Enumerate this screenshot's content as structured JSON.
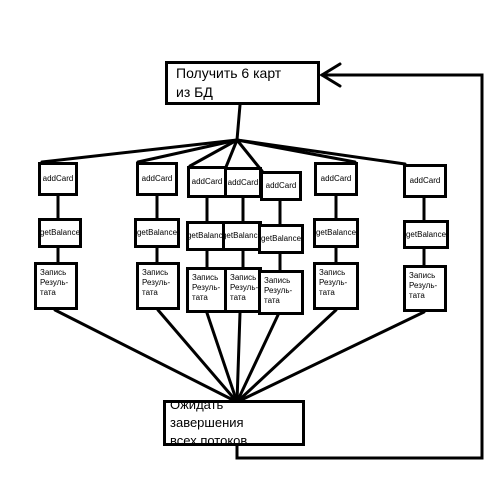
{
  "diagram": {
    "fetch_node": {
      "line1": "Получить 6 карт",
      "line2": "из БД"
    },
    "wait_node": {
      "line1": "Ожидать завершения",
      "line2": "всех потоков"
    },
    "threads": [
      {
        "add_label": "addCard",
        "balance_label": "getBalance",
        "record_line1": "Запись",
        "record_line2": "Резуль-",
        "record_line3": "тата"
      },
      {
        "add_label": "addCard",
        "balance_label": "getBalance",
        "record_line1": "Запись",
        "record_line2": "Резуль-",
        "record_line3": "тата"
      },
      {
        "add_label": "addCard",
        "balance_label": "getBalance",
        "record_line1": "Запись",
        "record_line2": "Резуль-",
        "record_line3": "тата"
      },
      {
        "add_label": "addCard",
        "balance_label": "getBalance",
        "record_line1": "Запись",
        "record_line2": "Резуль-",
        "record_line3": "тата"
      },
      {
        "add_label": "addCard",
        "balance_label": "getBalance",
        "record_line1": "Запись",
        "record_line2": "Резуль-",
        "record_line3": "тата"
      },
      {
        "add_label": "addCard",
        "balance_label": "getBalance",
        "record_line1": "Запись",
        "record_line2": "Резуль-",
        "record_line3": "тата"
      },
      {
        "add_label": "addCard",
        "balance_label": "getBalance",
        "record_line1": "Запись",
        "record_line2": "Резуль-",
        "record_line3": "тата"
      }
    ]
  }
}
